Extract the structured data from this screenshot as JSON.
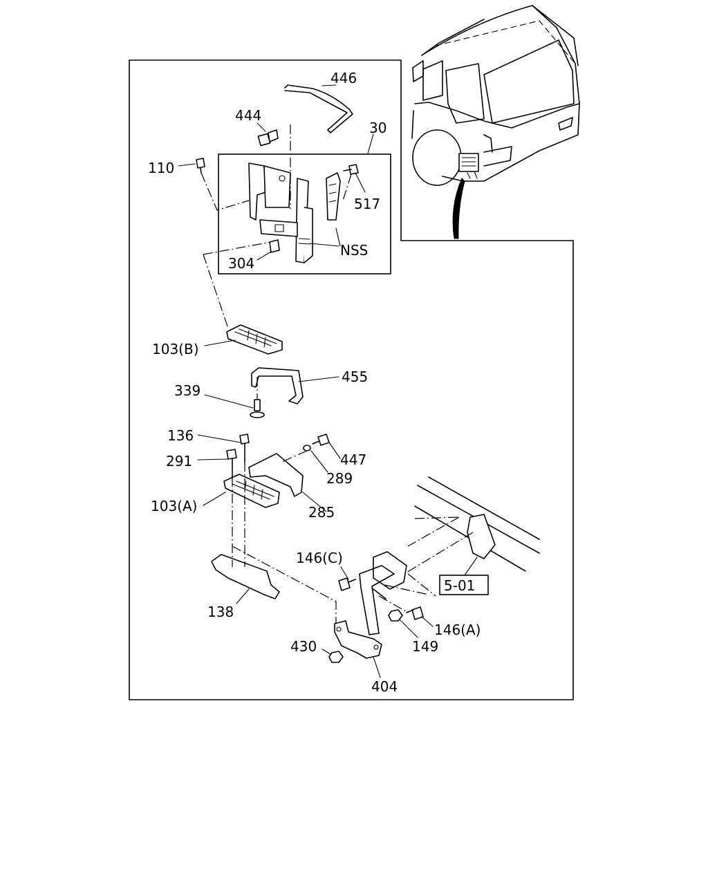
{
  "labels": {
    "l446": "446",
    "l444": "444",
    "l30": "30",
    "l110": "110",
    "l517": "517",
    "lnss": "NSS",
    "l304": "304",
    "l103b": "103(B)",
    "l455": "455",
    "l339": "339",
    "l136": "136",
    "l291": "291",
    "l447": "447",
    "l289": "289",
    "l103a": "103(A)",
    "l285": "285",
    "l146c": "146(C)",
    "l501": "5-01",
    "l138": "138",
    "l146a": "146(A)",
    "l149": "149",
    "l430": "430",
    "l404": "404"
  }
}
